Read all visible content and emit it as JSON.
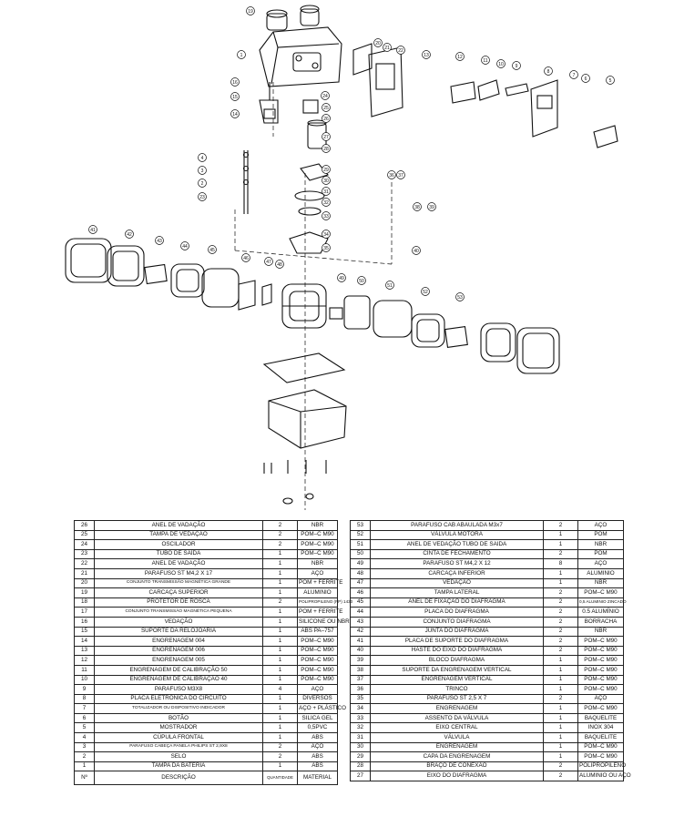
{
  "callouts": [
    "19",
    "1",
    "20",
    "21",
    "22",
    "16",
    "15",
    "14",
    "13",
    "12",
    "11",
    "10",
    "9",
    "8",
    "7",
    "6",
    "5",
    "4",
    "3",
    "2",
    "23",
    "24",
    "25",
    "26",
    "27",
    "28",
    "29",
    "30",
    "31",
    "32",
    "33",
    "34",
    "35",
    "36",
    "37",
    "38",
    "39",
    "40",
    "41",
    "42",
    "43",
    "44",
    "45",
    "46",
    "47",
    "48",
    "49",
    "50",
    "51",
    "52",
    "53"
  ],
  "parts_left": [
    {
      "n": "26",
      "desc": "ANEL DE VADAÇÃO",
      "qty": "2",
      "mat": "NBR"
    },
    {
      "n": "25",
      "desc": "TAMPA DE VEDAÇÃO",
      "qty": "2",
      "mat": "POM–C M90"
    },
    {
      "n": "24",
      "desc": "OSCILADOR",
      "qty": "2",
      "mat": "POM–C M90"
    },
    {
      "n": "23",
      "desc": "TUBO DE SAÍDA",
      "qty": "1",
      "mat": "POM–C M90"
    },
    {
      "n": "22",
      "desc": "ANEL DE VADAÇÃO",
      "qty": "1",
      "mat": "NBR"
    },
    {
      "n": "21",
      "desc": "PARAFUSO ST M4,2 X 17",
      "qty": "1",
      "mat": "AÇO"
    },
    {
      "n": "20",
      "desc": "CONJUNTO TRANSMISSÃO MAGNÉTICA GRANDE",
      "qty": "1",
      "mat": "POM + FERRITE"
    },
    {
      "n": "19",
      "desc": "CARCAÇA SUPERIOR",
      "qty": "1",
      "mat": "ALUMINIO"
    },
    {
      "n": "18",
      "desc": "PROTETOR DE ROSCA",
      "qty": "2",
      "mat": "POLIPROPILENO (PP) 1430"
    },
    {
      "n": "17",
      "desc": "CONJUNTO TRANSMISSÃO MAGNÉTICA PEQUENA",
      "qty": "1",
      "mat": "POM + FERRITE"
    },
    {
      "n": "16",
      "desc": "VEDAÇÃO",
      "qty": "1",
      "mat": "SILICONE OU NBR"
    },
    {
      "n": "15",
      "desc": "SUPORTE DA RELOJOARIA",
      "qty": "1",
      "mat": "ABS PA–757"
    },
    {
      "n": "14",
      "desc": "ENGRENAGEM 004",
      "qty": "1",
      "mat": "POM–C M90"
    },
    {
      "n": "13",
      "desc": "ENGRENAGEM 006",
      "qty": "1",
      "mat": "POM–C M90"
    },
    {
      "n": "12",
      "desc": "ENGRENAGEM 005",
      "qty": "1",
      "mat": "POM–C M90"
    },
    {
      "n": "11",
      "desc": "ENGRENAGEM DE CALIBRAÇÃO 50",
      "qty": "1",
      "mat": "POM–C M90"
    },
    {
      "n": "10",
      "desc": "ENGRENAGEM DE CALIBRAÇÃO 40",
      "qty": "1",
      "mat": "POM–C M90"
    },
    {
      "n": "9",
      "desc": "PARAFUSO M3X8",
      "qty": "4",
      "mat": "AÇO"
    },
    {
      "n": "8",
      "desc": "PLACA ELETRÔNICA DO CIRCUITO",
      "qty": "1",
      "mat": "DIVERSOS"
    },
    {
      "n": "7",
      "desc": "TOTALIZADOR OU DISPOSITIVO INDICADOR",
      "qty": "1",
      "mat": "AÇO + PLÁSTICO"
    },
    {
      "n": "6",
      "desc": "BOTÃO",
      "qty": "1",
      "mat": "SILICA GEL"
    },
    {
      "n": "5",
      "desc": "MOSTRADOR",
      "qty": "1",
      "mat": "0,5PVC"
    },
    {
      "n": "4",
      "desc": "CÚPULA FRONTAL",
      "qty": "1",
      "mat": "ABS"
    },
    {
      "n": "3",
      "desc": "PARAFUSO CABEÇA PANELA PHILIPS ST 2,9X8",
      "qty": "2",
      "mat": "AÇO"
    },
    {
      "n": "2",
      "desc": "SELO",
      "qty": "2",
      "mat": "ABS"
    },
    {
      "n": "1",
      "desc": "TAMPA DA BATERIA",
      "qty": "1",
      "mat": "ABS"
    }
  ],
  "parts_right": [
    {
      "n": "53",
      "desc": "PARAFUSO CAB ABAULADA M3x7",
      "qty": "2",
      "mat": "AÇO"
    },
    {
      "n": "52",
      "desc": "VÁLVULA MOTORA",
      "qty": "1",
      "mat": "POM"
    },
    {
      "n": "51",
      "desc": "ANEL DE VEDAÇÃO TUBO DE SAIDA",
      "qty": "1",
      "mat": "NBR"
    },
    {
      "n": "50",
      "desc": "CINTA DE FECHAMENTO",
      "qty": "2",
      "mat": "POM"
    },
    {
      "n": "49",
      "desc": "PARAFUSO ST M4,2 X 12",
      "qty": "8",
      "mat": "AÇO"
    },
    {
      "n": "48",
      "desc": "CARCAÇA INFERIOR",
      "qty": "1",
      "mat": "ALUMINIO"
    },
    {
      "n": "47",
      "desc": "VEDAÇÃO",
      "qty": "1",
      "mat": "NBR"
    },
    {
      "n": "46",
      "desc": "TAMPA LATERAL",
      "qty": "2",
      "mat": "POM–C M90"
    },
    {
      "n": "45",
      "desc": "ANEL DE FIXAÇÃO DO DIAFRAGMA",
      "qty": "2",
      "mat": "0,5 ALUMINIO ZINCADO"
    },
    {
      "n": "44",
      "desc": "PLACA DO DIAFRAGMA",
      "qty": "2",
      "mat": "0.5 ALUMÍNIO"
    },
    {
      "n": "43",
      "desc": "CONJUNTO DIAFRAGMA",
      "qty": "2",
      "mat": "BORRACHA"
    },
    {
      "n": "42",
      "desc": "JUNTA DO DIAFRAGMA",
      "qty": "2",
      "mat": "NBR"
    },
    {
      "n": "41",
      "desc": "PLACA DE SUPORTE DO DIAFRAGMA",
      "qty": "2",
      "mat": "POM–C M90"
    },
    {
      "n": "40",
      "desc": "HASTE DO EIXO DO DIAFRAGMA",
      "qty": "2",
      "mat": "POM–C M90"
    },
    {
      "n": "39",
      "desc": "BLOCO DIAFRAGMA",
      "qty": "1",
      "mat": "POM–C M90"
    },
    {
      "n": "38",
      "desc": "SUPORTE DA ENGRENAGEM VERTICAL",
      "qty": "1",
      "mat": "POM–C M90"
    },
    {
      "n": "37",
      "desc": "ENGRENAGEM VERTICAL",
      "qty": "1",
      "mat": "POM–C M90"
    },
    {
      "n": "36",
      "desc": "TRINCO",
      "qty": "1",
      "mat": "POM–C M90"
    },
    {
      "n": "35",
      "desc": "PARAFUSO ST 2,5 X 7",
      "qty": "2",
      "mat": "AÇO"
    },
    {
      "n": "34",
      "desc": "ENGRENAGEM",
      "qty": "1",
      "mat": "POM–C M90"
    },
    {
      "n": "33",
      "desc": "ASSENTO DA VÁLVULA",
      "qty": "1",
      "mat": "BAQUELITE"
    },
    {
      "n": "32",
      "desc": "EIXO CENTRAL",
      "qty": "1",
      "mat": "INOX 304"
    },
    {
      "n": "31",
      "desc": "VÁLVULA",
      "qty": "1",
      "mat": "BAQUELITE"
    },
    {
      "n": "30",
      "desc": "ENGRENAGEM",
      "qty": "1",
      "mat": "POM–C M90"
    },
    {
      "n": "29",
      "desc": "CAPA DA ENGRENAGEM",
      "qty": "1",
      "mat": "POM–C M90"
    },
    {
      "n": "28",
      "desc": "BRAÇO DE CONEXÃO",
      "qty": "2",
      "mat": "POLIPROPILENO"
    },
    {
      "n": "27",
      "desc": "EIXO DO DIAFRAGMA",
      "qty": "2",
      "mat": "ALUMINIO OU AÇO"
    }
  ],
  "footer": {
    "n": "Nº",
    "desc": "DESCRIÇÃO",
    "qty": "QUANTIDADE",
    "mat": "MATERIAL"
  }
}
